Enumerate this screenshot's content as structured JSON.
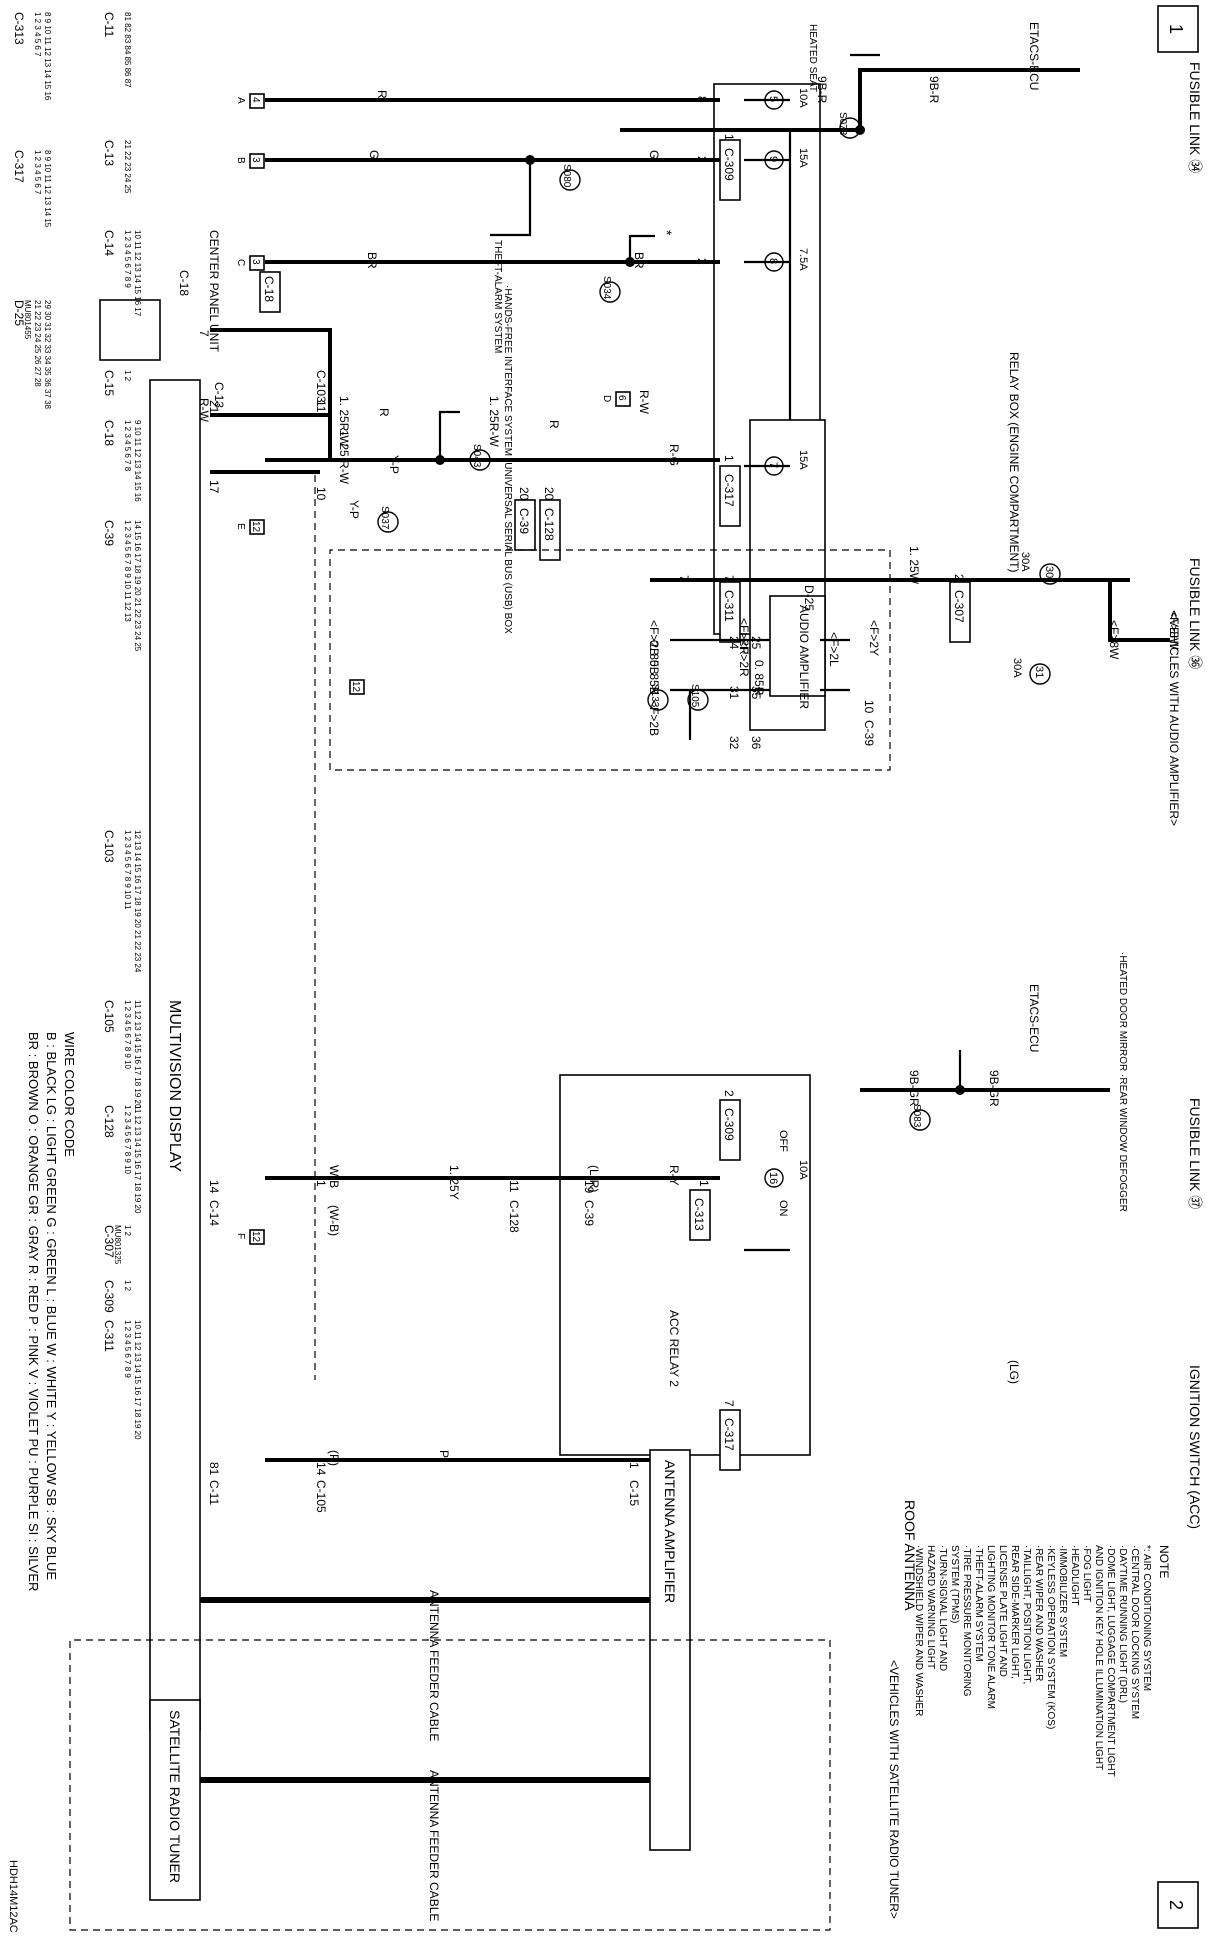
{
  "page_numbers": {
    "first": "1",
    "second": "2"
  },
  "sources": {
    "fusible_link_34": "FUSIBLE LINK ㉞",
    "fusible_link_36": "FUSIBLE LINK ㊱",
    "fusible_link_37": "FUSIBLE LINK ㊲",
    "ignition_switch": "IGNITION SWITCH (ACC)"
  },
  "units": {
    "etacs_ecu_1": "ETACS-ECU",
    "etacs_ecu_2": "ETACS-ECU",
    "relay_box": "RELAY BOX (ENGINE COMPARTMENT)",
    "center_panel": "CENTER PANEL UNIT",
    "audio_amplifier": "AUDIO AMPLIFIER",
    "multivision_display": "MULTIVISION DISPLAY",
    "acc_relay": "ACC RELAY 2",
    "antenna_amplifier": "ANTENNA AMPLIFIER",
    "roof_antenna": "ROOF ANTENNA",
    "satellite_tuner": "SATELLITE RADIO TUNER"
  },
  "groups": {
    "audio_amp_vehicles": "<VEHICLES WITH AUDIO AMPLIFIER>",
    "satellite_vehicles": "<VEHICLES WITH SATELLITE RADIO TUNER>"
  },
  "destinations": {
    "heated_seat": "HEATED SEAT",
    "theft_alarm": "THEFT-ALARM SYSTEM",
    "handsfree": "·HANDS-FREE INTERFACE SYSTEM ·UNIVERSAL SERIAL BUS (USB) BOX",
    "heated_mirror": "·HEATED DOOR MIRROR ·REAR WINDOW DEFOGGER",
    "star": "*"
  },
  "fuses": [
    {
      "num": "5",
      "amp": "10A"
    },
    {
      "num": "9",
      "amp": "15A"
    },
    {
      "num": "8",
      "amp": "7.5A"
    },
    {
      "num": "7",
      "amp": "15A"
    },
    {
      "num": "30",
      "amp": "30A"
    },
    {
      "num": "31",
      "amp": "30A"
    },
    {
      "num": "16",
      "amp": "10A"
    }
  ],
  "splices": [
    "S078",
    "S080",
    "S034",
    "S037",
    "S043",
    "S105",
    "S133",
    "S083"
  ],
  "grounds": [
    "4",
    "3",
    "3",
    "6",
    "12",
    "12",
    "12"
  ],
  "ground_letters": [
    "A",
    "B",
    "C",
    "D",
    "E",
    "F"
  ],
  "wires": {
    "w9br1": "9B-R",
    "w9br2": "9B-R",
    "wR": "R",
    "wG1": "G",
    "wG2": "G",
    "wBR1": "BR",
    "wBR2": "BR",
    "wRW1": "R-W",
    "wRW2": "R-W",
    "wRW3": "R-W",
    "w125w": "1. 25W",
    "wF8W1": "<F>8W",
    "wF8W2": "<F>8W",
    "wRG": "R-G",
    "wR2": "R",
    "w125RW1": "1. 25R-W",
    "w125RW2": "1. 25R-W",
    "w125RW3": "1. 25 R-W",
    "wR3": "R",
    "wYP1": "Y-P",
    "wYP2": "Y-P",
    "wF2Y": "<F>2Y",
    "wF2L": "<F>2L",
    "wF2R1": "<F>2R",
    "wF2R2": "<F>2R",
    "w085R": "0. 85R",
    "wF2B1": "<F>2B",
    "wF2B2": "<F>2B",
    "w085B1": "0. 85B",
    "w085B2": "0. 85B",
    "w9bgr1": "9B-GR",
    "w9bgr2": "9B-GR",
    "wLG": "(LG)",
    "wRY": "R-Y",
    "wLR": "(L-R)",
    "w125Y": "1. 25Y",
    "wWB1": "W-B",
    "wWB2": "(W-B)",
    "wP1": "P",
    "wP2": "(P)",
    "wOFF": "OFF",
    "wON": "ON"
  },
  "pins": {
    "p1": "1",
    "p2": "2",
    "p8": "8",
    "p2b": "2",
    "p10": "10",
    "p1b": "1",
    "p7": "7",
    "p2c": "2",
    "p20a": "20",
    "p20b": "20",
    "p7b": "7",
    "p21": "21",
    "p11": "11",
    "p10b": "10",
    "p17": "17",
    "p25": "25",
    "p35": "35",
    "p36": "36",
    "p24": "24",
    "p31": "31",
    "p32": "32",
    "p10c": "10",
    "p1c": "1",
    "p1d": "1",
    "p19": "19",
    "p11b": "11",
    "p14": "14",
    "p1e": "1",
    "p14b": "14",
    "p81": "81",
    "p2d": "2",
    "p7c": "7",
    "p14c": "14",
    "p1f": "1"
  },
  "conn_tags": {
    "c309a": "C-309",
    "c317": "C-317",
    "c311": "C-311",
    "c307": "C-307",
    "c128a": "C-128",
    "c39a": "C-39",
    "c103": "C-103",
    "c13": "C-13",
    "c18": "C-18",
    "d25": "D-25",
    "c39b": "C-39",
    "c309b": "C-309",
    "c313": "C-313",
    "c39c": "C-39",
    "c128b": "C-128",
    "c14": "C-14",
    "c317b": "C-317",
    "c15": "C-15",
    "c105": "C-105",
    "c11": "C-11"
  },
  "cables": {
    "feeder1": "ANTENNA FEEDER CABLE",
    "feeder2": "ANTENNA FEEDER CABLE"
  },
  "note": {
    "title": "NOTE",
    "lines": [
      "*: AIR CONDITIONING SYSTEM",
      "·CENTRAL DOOR LOCKING SYSTEM",
      "·DAYTIME RUNNING LIGHT (DRL)",
      "·DOME LIGHT, LUGGAGE COMPARTMENT LIGHT",
      "AND IGNITION KEY HOLE ILLUMINATION LIGHT",
      "·FOG LIGHT",
      "·HEADLIGHT",
      "·IMMOBILIZER SYSTEM",
      "·KEYLESS OPERATION SYSTEM (KOS)",
      "·REAR WIPER AND WASHER",
      "·TAILLIGHT, POSITION LIGHT,",
      "REAR SIDE-MARKER LIGHT,",
      "LICENSE PLATE LIGHT AND",
      "LIGHTING MONITOR TONE ALARM",
      "·THEFT-ALARM SYSTEM",
      "·TIRE PRESSURE MONITORING",
      "SYSTEM (TPMS)",
      "·TURN-SIGNAL LIGHT AND",
      "HAZARD WARNING LIGHT",
      "·WINDSHIELD WIPER AND WASHER"
    ]
  },
  "legend": {
    "title": "WIRE COLOR CODE",
    "row1": "B : BLACK   LG : LIGHT GREEN   G : GREEN   L : BLUE   W : WHITE   Y : YELLOW   SB : SKY BLUE",
    "row2": "BR : BROWN   O : ORANGE   GR : GRAY   R : RED   P : PINK   V : VIOLET   PU : PURPLE   SI : SILVER"
  },
  "connector_faces": [
    {
      "label": "C-313",
      "rows": [
        "1 2 3 4 5 6 7",
        "8 9 10 11 12 13 14 15 16"
      ]
    },
    {
      "label": "C-11",
      "rows": [
        "81 82 83 84 85 86 87"
      ]
    },
    {
      "label": "C-13",
      "rows": [
        "21 22 23 24 25"
      ]
    },
    {
      "label": "C-317",
      "rows": [
        "1 2 3 4 5 6 7",
        "8 9 10 11 12 13 14 15"
      ]
    },
    {
      "label": "C-14",
      "rows": [
        "1 2 3 4 5 6 7 8 9",
        "10 11 12 13 14 15 16 17"
      ]
    },
    {
      "label": "C-18",
      "rows": []
    },
    {
      "label": "D-25",
      "rows": [
        "21 22 23 24 25 26 27 28",
        "29 30 31 32 33 34 35 36 37 38"
      ]
    },
    {
      "label": "C-15",
      "rows": [
        "1 2"
      ]
    },
    {
      "label": "C-18",
      "rows": [
        "1 2 3 4 5 6 7 8",
        "9 10 11 12 13 14 15 16"
      ]
    },
    {
      "label": "C-39",
      "rows": [
        "1 2 3 4 5 6 7 8 9 10 11 12 13",
        "14 15 16 17 18 19 20 21 22 23 24 25"
      ]
    },
    {
      "label": "C-103",
      "rows": [
        "1 2 3 4 5 6 7 8 9 10 11",
        "12 13 14 15 16 17 18 19 20 21 22 23 24"
      ]
    },
    {
      "label": "C-105",
      "rows": [
        "1 2 3 4 5 6 7 8 9 10",
        "11 12 13 14 15 16 17 18 19 20"
      ]
    },
    {
      "label": "C-128",
      "rows": [
        "1 2 3 4 5 6 7 8 9 10",
        "11 12 13 14 15 16 17 18 19 20"
      ]
    },
    {
      "label": "C-307",
      "rows": [
        "1 2"
      ]
    },
    {
      "label": "C-309",
      "rows": [
        "1 2"
      ]
    },
    {
      "label": "C-311",
      "rows": [
        "1 2 3 4 5 6 7 8 9",
        "10 11 12 13 14 15 16 17 18 19 20"
      ]
    }
  ],
  "part_codes": {
    "d25": "MU801455",
    "c307": "MU801325",
    "doc": "HDH14M12AC"
  }
}
